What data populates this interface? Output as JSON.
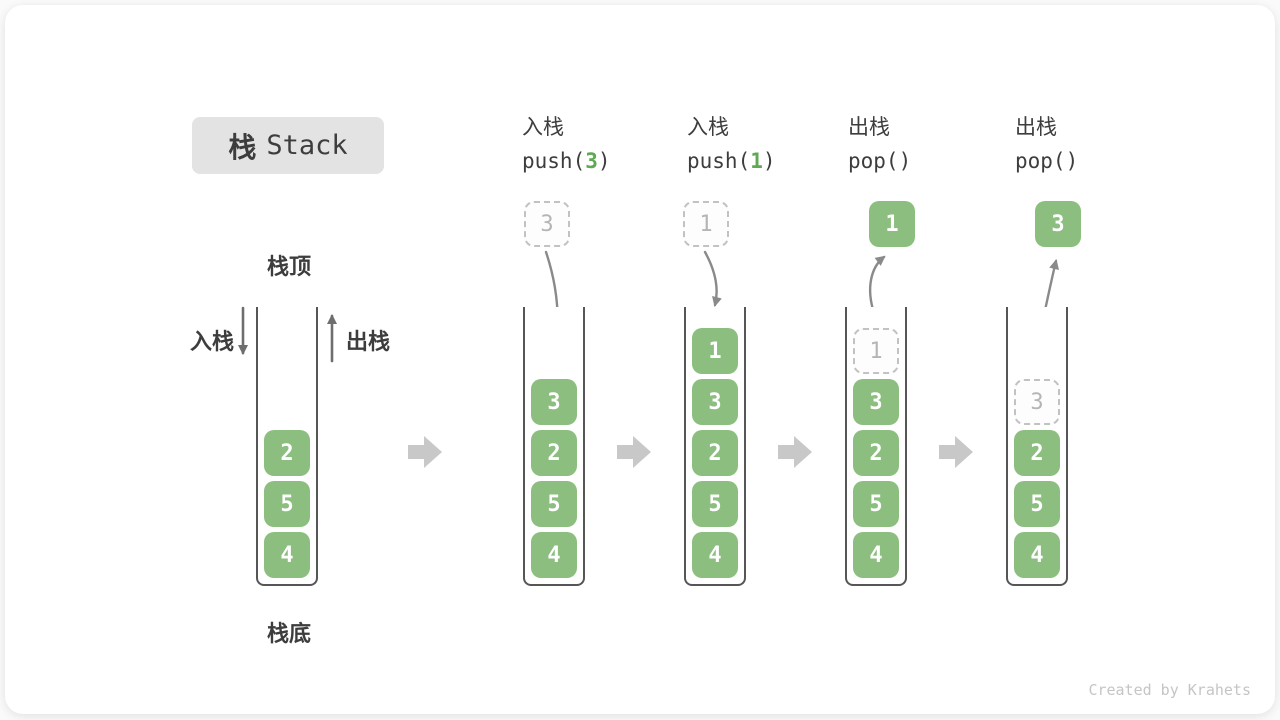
{
  "title": {
    "cn": "栈",
    "en": "Stack"
  },
  "legend": {
    "top": "栈顶",
    "bottom": "栈底",
    "push": "入栈",
    "pop": "出栈"
  },
  "operations": [
    {
      "name": "入栈",
      "code_pre": "push(",
      "code_arg": "3",
      "code_post": ")"
    },
    {
      "name": "入栈",
      "code_pre": "push(",
      "code_arg": "1",
      "code_post": ")"
    },
    {
      "name": "出栈",
      "code_pre": "pop(",
      "code_arg": "",
      "code_post": ")"
    },
    {
      "name": "出栈",
      "code_pre": "pop(",
      "code_arg": "",
      "code_post": ")"
    }
  ],
  "stacks": [
    {
      "items": [
        "2",
        "5",
        "4"
      ]
    },
    {
      "incoming": "3",
      "items": [
        "3",
        "2",
        "5",
        "4"
      ]
    },
    {
      "incoming": "1",
      "items": [
        "1",
        "3",
        "2",
        "5",
        "4"
      ]
    },
    {
      "popped": "1",
      "ghost": "1",
      "items": [
        "3",
        "2",
        "5",
        "4"
      ]
    },
    {
      "popped": "3",
      "ghost": "3",
      "items": [
        "2",
        "5",
        "4"
      ]
    }
  ],
  "watermark": "Created by Krahets",
  "colors": {
    "box_green": "#8CBE80",
    "code_arg_green": "#5FA854",
    "text_dark": "#3D3D3D",
    "ghost_text": "#B5B5B5",
    "ghost_border": "#C2C2C2",
    "container_border": "#565656",
    "flow_arrow": "#C8C8C8",
    "curve_arrow": "#8A8A8A",
    "io_arrow": "#6E6E6E",
    "title_bg": "#E3E3E3",
    "watermark_text": "#C5C5C5"
  }
}
